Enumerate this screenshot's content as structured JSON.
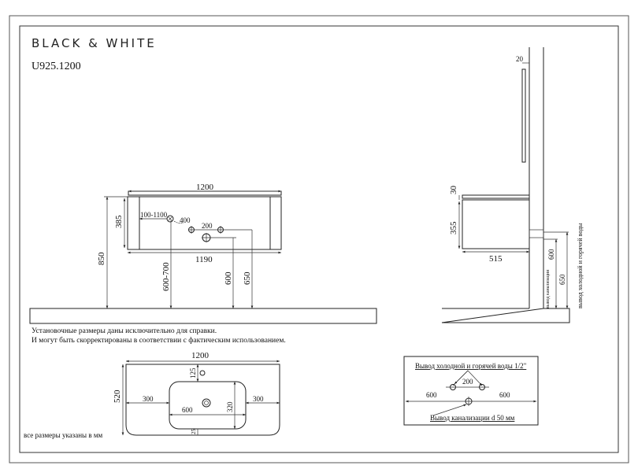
{
  "brand": "BLACK & WHITE",
  "model": "U925.1200",
  "front_view": {
    "width_top": "1200",
    "width_bottom": "1190",
    "height_cabinet": "385",
    "height_total": "850",
    "mixer_offset": "100-1100",
    "mixer_dim": "400",
    "water_spacing": "200",
    "mixer_height": "600-700",
    "drain_height": "600",
    "water_height": "650"
  },
  "notes": [
    "Установочные размеры даны исключительно для справки.",
    "И могут быть скорректированы в соответствии с фактическим использованием."
  ],
  "side_view": {
    "mirror_gap": "20",
    "top_thickness": "30",
    "cabinet_height": "355",
    "depth": "515",
    "drain_height": "600",
    "water_height": "650",
    "drain_label": "вывод канализации",
    "water_label": "вывод холодной и горячей воды"
  },
  "top_view": {
    "width": "1200",
    "depth": "520",
    "left_margin": "300",
    "right_margin": "300",
    "basin_width": "600",
    "basin_depth": "320",
    "back_margin": "125",
    "front_margin": "25"
  },
  "units_note": "все размеры указаны в мм",
  "outlet_box": {
    "water_title": "Вывод холодной и горячей воды 1/2\"",
    "spacing": "200",
    "left": "600",
    "right": "600",
    "drain_title": "Вывод канализации d 50 мм"
  }
}
